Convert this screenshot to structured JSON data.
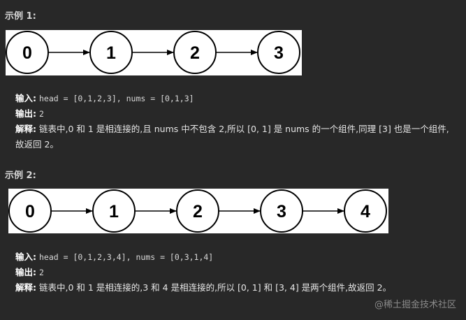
{
  "example1": {
    "heading": "示例 1:",
    "nodes": [
      "0",
      "1",
      "2",
      "3"
    ],
    "input_label": "输入:",
    "input_value": "head = [0,1,2,3], nums = [0,1,3]",
    "output_label": "输出:",
    "output_value": "2",
    "explain_label": "解释:",
    "explain_text": "链表中,0 和 1 是相连接的,且 nums 中不包含 2,所以 [0, 1] 是 nums 的一个组件,同理 [3] 也是一个组件,故返回 2。"
  },
  "example2": {
    "heading": "示例 2:",
    "nodes": [
      "0",
      "1",
      "2",
      "3",
      "4"
    ],
    "input_label": "输入:",
    "input_value": "head = [0,1,2,3,4], nums = [0,3,1,4]",
    "output_label": "输出:",
    "output_value": "2",
    "explain_label": "解释:",
    "explain_text": "链表中,0 和 1 是相连接的,3 和 4 是相连接的,所以 [0, 1] 和 [3, 4] 是两个组件,故返回 2。"
  },
  "watermark": "@稀土掘金技术社区"
}
